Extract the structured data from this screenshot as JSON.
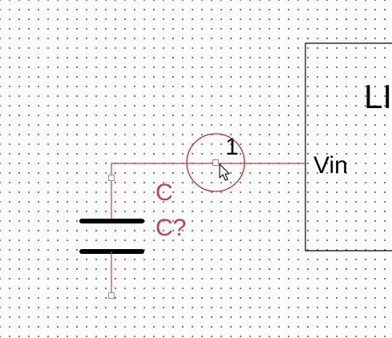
{
  "schematic": {
    "component_body_label": "LI",
    "pin_number": "1",
    "pin_name": "Vin",
    "capacitor_name": "C",
    "capacitor_ref": "C?"
  },
  "colors": {
    "wire": "#c0404a",
    "body": "#000000",
    "label": "#c0404a",
    "highlight_circle": "#d02020",
    "grid": "#555555",
    "background": "#ffffff"
  },
  "cursor": {
    "icon": "mouse-pointer-icon"
  }
}
